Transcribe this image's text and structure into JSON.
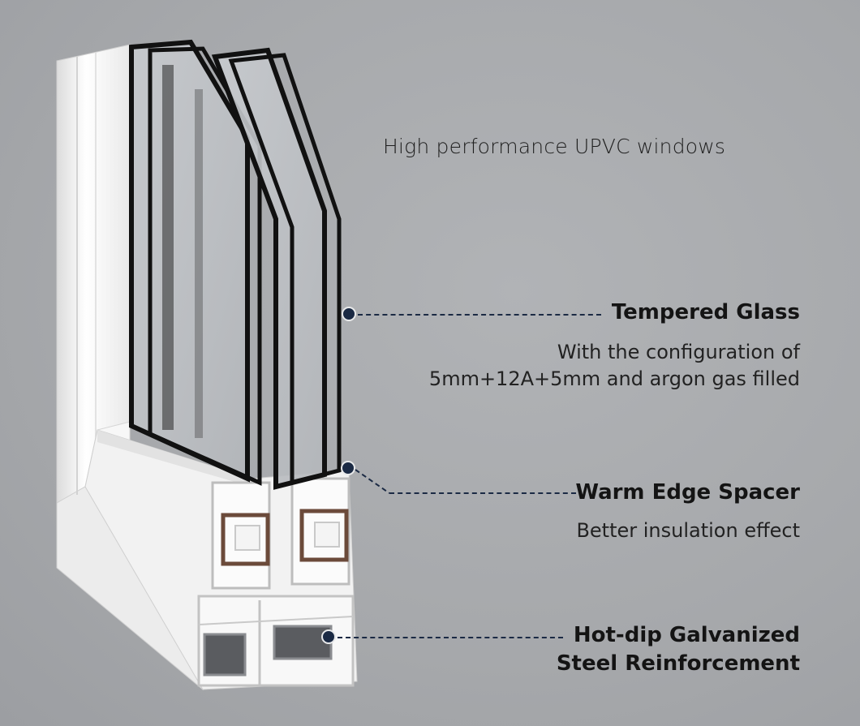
{
  "headline": "High performance UPVC windows",
  "callouts": [
    {
      "title": "Tempered Glass",
      "description_lines": [
        "With the configuration of",
        "5mm+12A+5mm and argon gas filled"
      ]
    },
    {
      "title": "Warm Edge Spacer",
      "description_lines": [
        "Better insulation effect"
      ]
    },
    {
      "title_lines": [
        "Hot-dip Galvanized",
        "Steel Reinforcement"
      ]
    }
  ],
  "colors": {
    "background": "#a8aaad",
    "marker": "#1b2a44",
    "frame": "#f4f4f4",
    "glass_edge": "#111111",
    "spacer": "#6b4a3a"
  }
}
